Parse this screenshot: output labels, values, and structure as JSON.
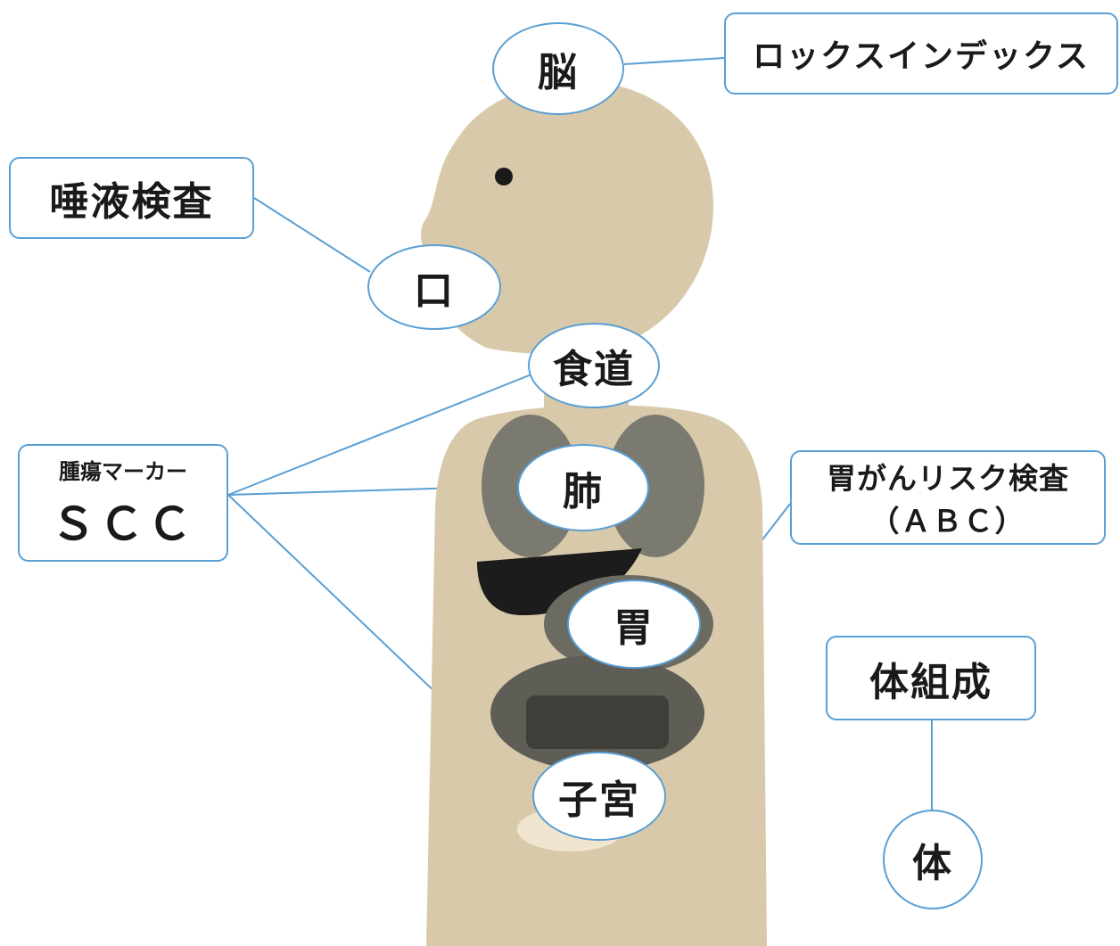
{
  "organs": {
    "brain": "脳",
    "mouth": "口",
    "esophagus": "食道",
    "lung": "肺",
    "stomach": "胃",
    "uterus": "子宮",
    "body": "体"
  },
  "tests": {
    "lox_index": "ロックスインデックス",
    "saliva": "唾液検査",
    "tumor_marker": "腫瘍マーカー",
    "scc": "ＳＣＣ",
    "gastric_risk": "胃がんリスク検査",
    "abc": "（ＡＢＣ）",
    "body_composition": "体組成"
  },
  "colors": {
    "border": "#5a9fd4",
    "skin": "#d8c9ab",
    "organ_gray": "#6b6b62",
    "liver": "#1c1c1c"
  }
}
